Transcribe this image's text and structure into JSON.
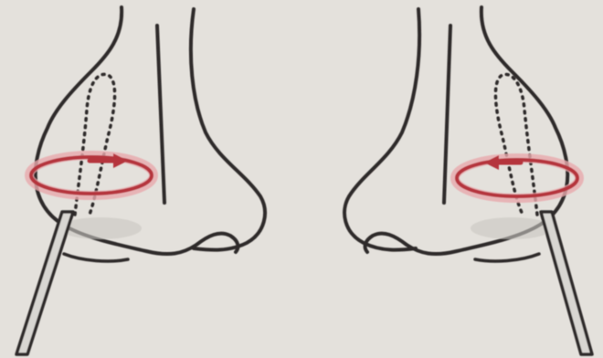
{
  "diagram": {
    "panels": [
      {
        "id": "left-nostril",
        "rotation_direction": "clockwise"
      },
      {
        "id": "right-nostril",
        "rotation_direction": "counterclockwise"
      }
    ],
    "colors": {
      "background": "#e4e1dc",
      "outline": "#2e2c2b",
      "rotation": "#b5343e",
      "rotation_halo": "#e8a9ad",
      "swab": "#d8d6d2"
    },
    "icons": [
      "nose-outline",
      "swab-stick",
      "rotation-arrow"
    ]
  }
}
